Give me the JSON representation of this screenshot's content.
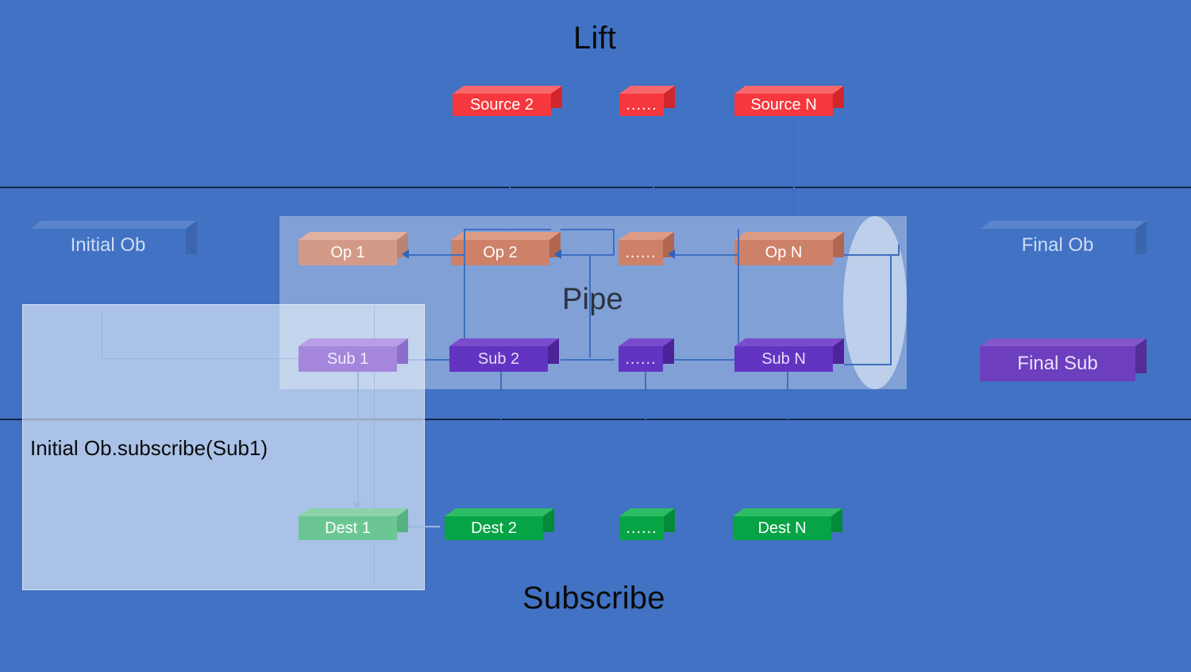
{
  "diagram": {
    "title_lift": "Lift",
    "title_pipe": "Pipe",
    "title_subscribe": "Subscribe",
    "background_color": "#4172c4",
    "divider_color": "#12254a"
  },
  "lift_row": {
    "label": "Lift",
    "blocks": [
      {
        "id": "source-2",
        "label": "Source 2",
        "kind": "source",
        "color": "#f6373d"
      },
      {
        "id": "source-ellipsis",
        "label": "......",
        "kind": "source",
        "color": "#f6373d"
      },
      {
        "id": "source-n",
        "label": "Source N",
        "kind": "source",
        "color": "#f6373d"
      }
    ]
  },
  "pipe_row": {
    "label": "Pipe",
    "initial_observable": {
      "id": "initial-ob",
      "label": "Initial Ob",
      "color": "#4172c4"
    },
    "final_observable": {
      "id": "final-ob",
      "label": "Final Ob",
      "color": "#4172c4"
    },
    "final_subscriber": {
      "id": "final-sub",
      "label": "Final Sub",
      "color": "#6d3fbe"
    },
    "operators": [
      {
        "id": "op-1",
        "label": "Op 1",
        "color": "#cd8169"
      },
      {
        "id": "op-2",
        "label": "Op 2",
        "color": "#cd8169"
      },
      {
        "id": "op-ellipsis",
        "label": "......",
        "color": "#cd8169"
      },
      {
        "id": "op-n",
        "label": "Op N",
        "color": "#cd8169"
      }
    ],
    "subscribers": [
      {
        "id": "sub-1",
        "label": "Sub 1",
        "color": "#6334c1"
      },
      {
        "id": "sub-2",
        "label": "Sub 2",
        "color": "#6334c1"
      },
      {
        "id": "sub-ellipsis",
        "label": "......",
        "color": "#6334c1"
      },
      {
        "id": "sub-n",
        "label": "Sub N",
        "color": "#6334c1"
      }
    ]
  },
  "subscribe_row": {
    "label": "Subscribe",
    "blocks": [
      {
        "id": "dest-1",
        "label": "Dest 1",
        "kind": "dest",
        "color": "#07a445"
      },
      {
        "id": "dest-2",
        "label": "Dest 2",
        "kind": "dest",
        "color": "#07a445"
      },
      {
        "id": "dest-ellipsis",
        "label": "......",
        "kind": "dest",
        "color": "#07a445"
      },
      {
        "id": "dest-n",
        "label": "Dest N",
        "kind": "dest",
        "color": "#07a445"
      }
    ]
  },
  "highlight": {
    "callout": "Initial Ob.subscribe(Sub1)",
    "overlay_color": "#ecf3fc"
  }
}
